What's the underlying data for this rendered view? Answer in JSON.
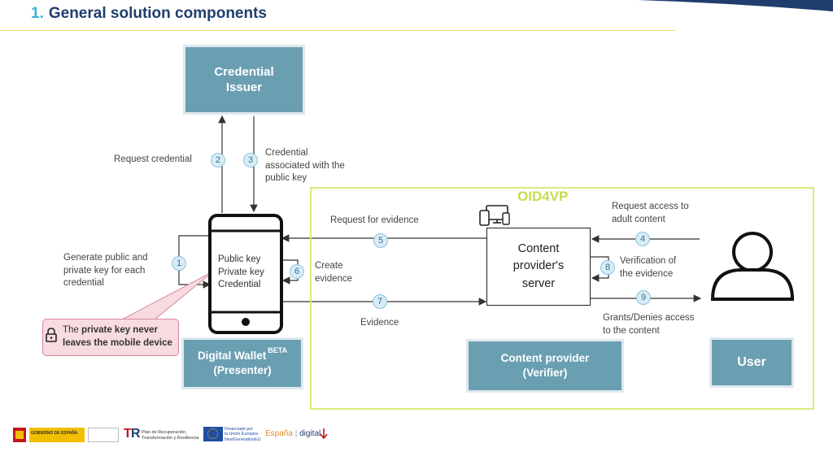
{
  "header": {
    "number": "1.",
    "title": "General solution components"
  },
  "boxes": {
    "credential_issuer": [
      "Credential",
      "Issuer"
    ],
    "digital_wallet": [
      "Digital Wallet",
      "(Presenter)"
    ],
    "digital_wallet_badge": "BETA",
    "content_provider": [
      "Content provider",
      "(Verifier)"
    ],
    "user": "User",
    "server": [
      "Content",
      "provider's",
      "server"
    ],
    "oid4vp": "OID4VP"
  },
  "wallet_screen": [
    "Public key",
    "Private key",
    "Credential"
  ],
  "steps": [
    {
      "num": "1",
      "label": [
        "Generate public and",
        "private key for each",
        "credential"
      ]
    },
    {
      "num": "2",
      "label": [
        "Request credential"
      ]
    },
    {
      "num": "3",
      "label": [
        "Credential",
        "associated with the",
        "public key"
      ]
    },
    {
      "num": "4",
      "label": [
        "Request access to",
        "adult content"
      ]
    },
    {
      "num": "5",
      "label": [
        "Request for evidence"
      ]
    },
    {
      "num": "6",
      "label": [
        "Create",
        "evidence"
      ]
    },
    {
      "num": "7",
      "label": [
        "Evidence"
      ]
    },
    {
      "num": "8",
      "label": [
        "Verification of",
        "the evidence"
      ]
    },
    {
      "num": "9",
      "label": [
        "Grants/Denies access",
        "to the content"
      ]
    }
  ],
  "callout": {
    "pre": "The ",
    "bold1": "private key never",
    "bold2": "leaves the mobile device"
  },
  "footer": {
    "gov": "GOBIERNO DE ESPAÑA",
    "plan": [
      "Plan de Recuperación,",
      "Transformación y Resiliencia"
    ],
    "eu": [
      "Financiado por",
      "la Unión Europea",
      "NextGenerationEU"
    ],
    "digital_pre": "España",
    "digital_post": "digital"
  },
  "colors": {
    "teal": "#6a9fb2",
    "navy": "#1f3e6e",
    "accent_blue": "#3cb0d8",
    "oid_green": "#c7dc4c"
  }
}
